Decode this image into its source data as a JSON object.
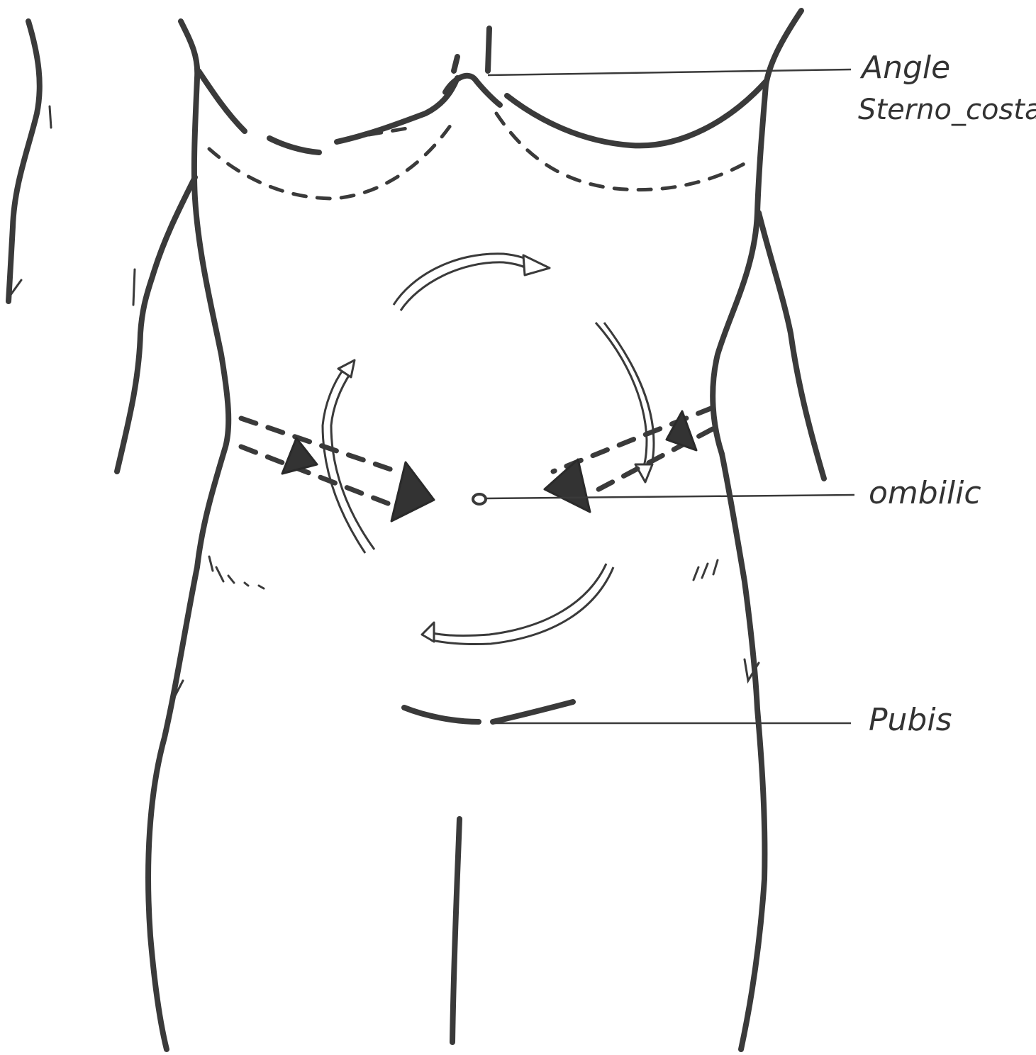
{
  "labels": {
    "sternocostal_line1": "Angle",
    "sternocostal_line2": "Sterno_costal",
    "umbilicus": "ombilic",
    "pubis": "Pubis"
  },
  "colors": {
    "ink": "#3a3a3a",
    "paper": "#ffffff",
    "wedge_fill": "#333333"
  }
}
